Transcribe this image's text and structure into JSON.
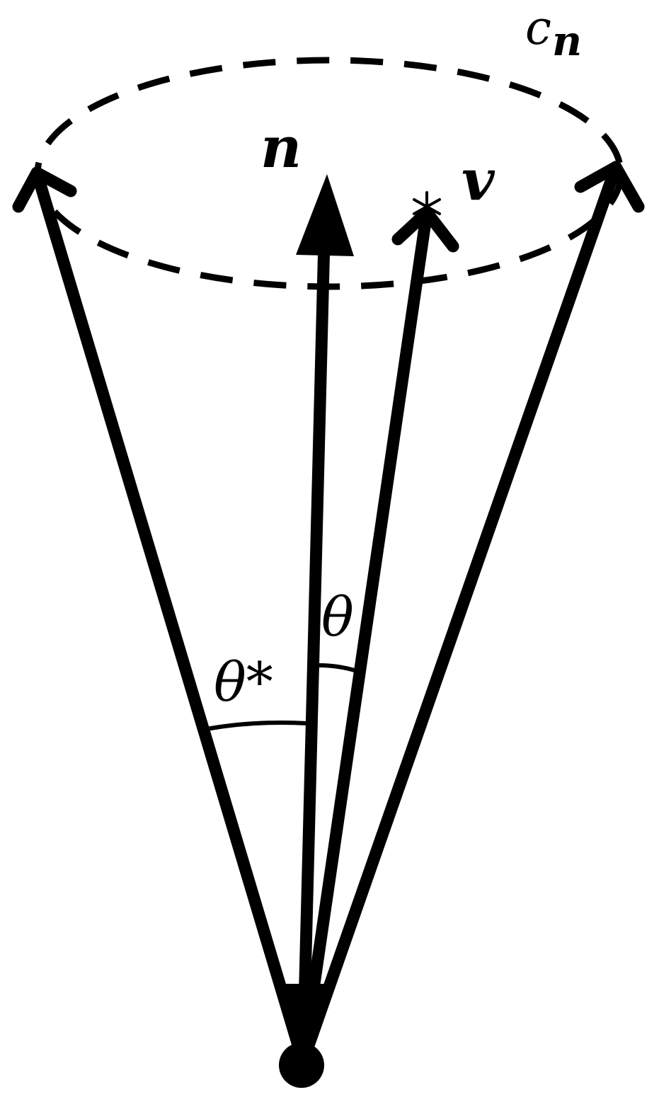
{
  "diagram": {
    "labels": {
      "cone_boundary": "c",
      "cone_boundary_subscript": "n",
      "axis_vector": "n",
      "sample_vector": "v",
      "sample_angle": "θ",
      "cone_half_angle": "θ*"
    },
    "colors": {
      "stroke": "#000000",
      "background": "#ffffff"
    }
  }
}
